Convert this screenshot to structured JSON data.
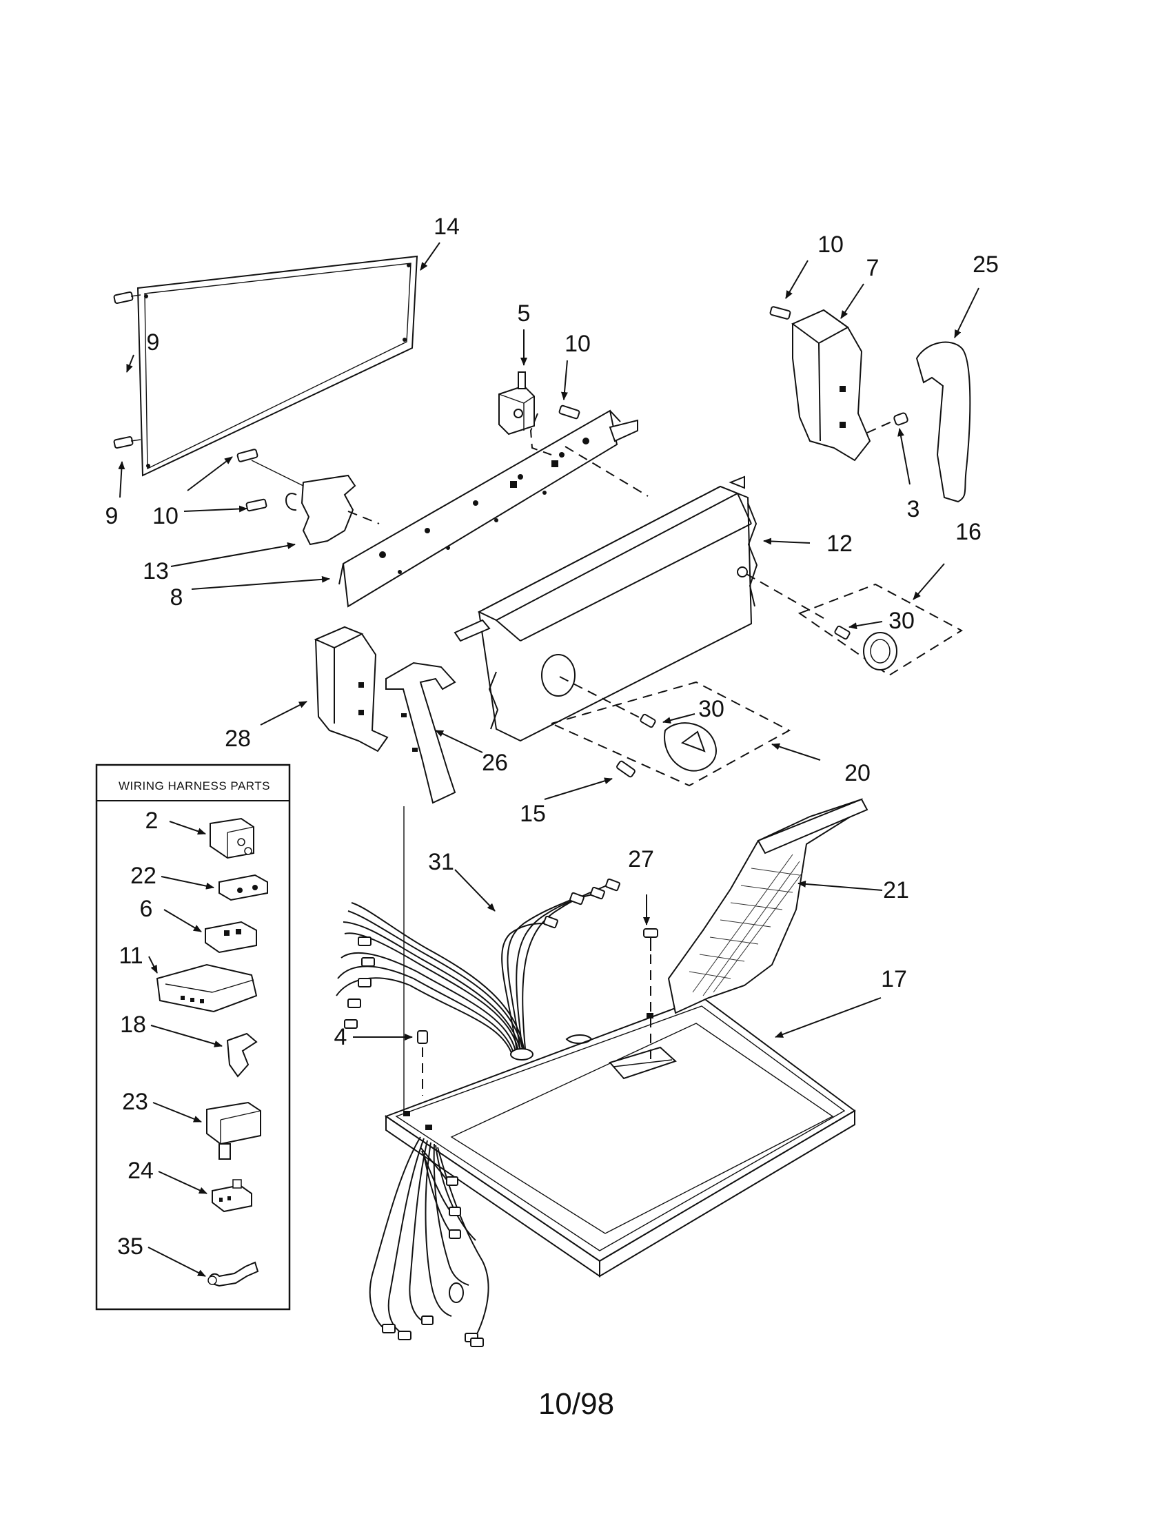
{
  "diagram": {
    "callouts": {
      "c14": "14",
      "c9a": "9",
      "c9b": "9",
      "c10a": "10",
      "c13": "13",
      "c8": "8",
      "c5": "5",
      "c10b": "10",
      "c10c": "10",
      "c7": "7",
      "c25": "25",
      "c3": "3",
      "c12": "12",
      "c16": "16",
      "c30a": "30",
      "c30b": "30",
      "c20": "20",
      "c28": "28",
      "c26": "26",
      "c15": "15",
      "c31": "31",
      "c27": "27",
      "c21": "21",
      "c17": "17",
      "c4": "4"
    },
    "wiring_box": {
      "title": "WIRING HARNESS PARTS",
      "items": [
        "2",
        "22",
        "6",
        "11",
        "18",
        "23",
        "24",
        "35"
      ]
    },
    "footer": "10/98"
  }
}
